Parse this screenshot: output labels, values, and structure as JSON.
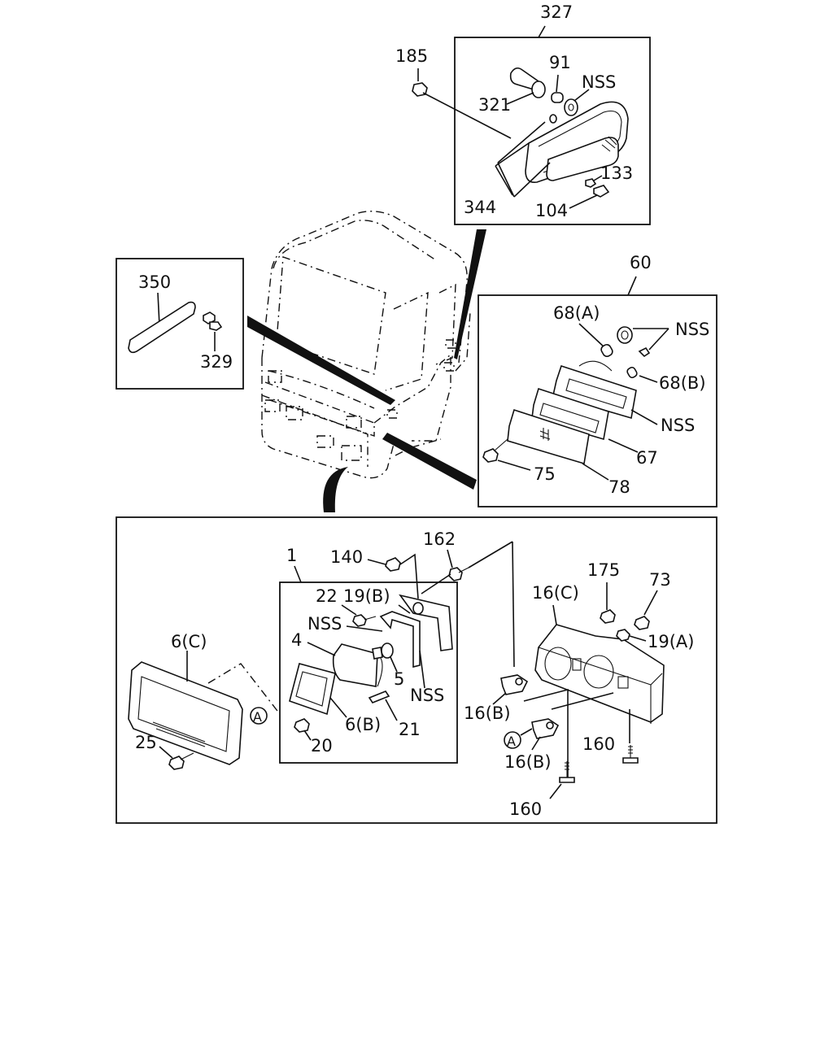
{
  "callouts": {
    "c327": "327",
    "c185": "185",
    "c91": "91",
    "c321": "321",
    "nss1": "NSS",
    "c133": "133",
    "c104": "104",
    "c344": "344",
    "c350": "350",
    "c329": "329",
    "c60": "60",
    "c68a": "68(A)",
    "nss2": "NSS",
    "c68b": "68(B)",
    "nss3": "NSS",
    "c67": "67",
    "c75": "75",
    "c78": "78",
    "c1": "1",
    "c140": "140",
    "c162": "162",
    "c22": "22",
    "c19b": "19(B)",
    "nss4": "NSS",
    "c4": "4",
    "c5": "5",
    "nss5": "NSS",
    "c21": "21",
    "c6b": "6(B)",
    "c20": "20",
    "c6c": "6(C)",
    "c25": "25",
    "markA1": "A",
    "c175": "175",
    "c73": "73",
    "c16c": "16(C)",
    "c19a": "19(A)",
    "c16b1": "16(B)",
    "markA2": "A",
    "c16b2": "16(B)",
    "c160a": "160",
    "c160b": "160"
  },
  "colors": {
    "ink": "#111111",
    "paper": "#ffffff"
  }
}
